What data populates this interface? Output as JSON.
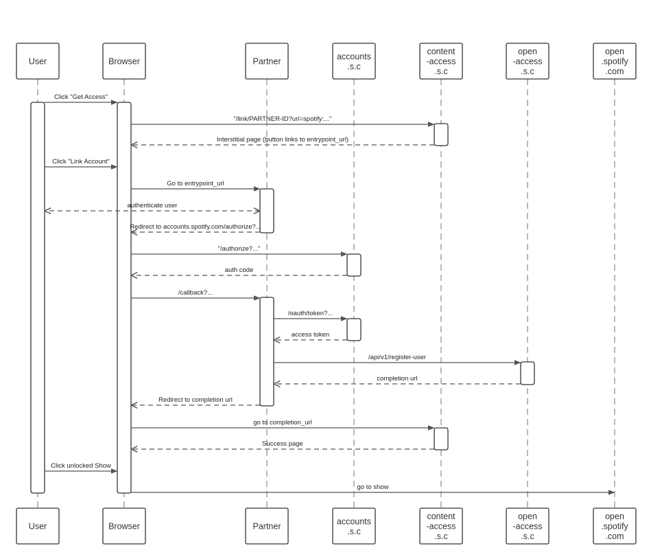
{
  "participants": [
    {
      "id": "user",
      "label": [
        "User"
      ]
    },
    {
      "id": "browser",
      "label": [
        "Browser"
      ]
    },
    {
      "id": "partner",
      "label": [
        "Partner"
      ]
    },
    {
      "id": "accounts",
      "label": [
        "accounts",
        ".s.c"
      ]
    },
    {
      "id": "content_access",
      "label": [
        "content",
        "-access",
        ".s.c"
      ]
    },
    {
      "id": "open_access",
      "label": [
        "open",
        "-access",
        ".s.c"
      ]
    },
    {
      "id": "open_spotify",
      "label": [
        "open",
        ".spotify",
        ".com"
      ]
    }
  ],
  "messages": [
    {
      "from": "user",
      "to": "browser",
      "label": "Click \"Get Access\"",
      "style": "solid"
    },
    {
      "from": "browser",
      "to": "content_access",
      "label": "\"/link/PARTNER-ID?uri=spotify:...\"",
      "style": "solid"
    },
    {
      "from": "content_access",
      "to": "browser",
      "label": "Interstitial page (button links to entrypoint_url)",
      "style": "dashed"
    },
    {
      "from": "user",
      "to": "browser",
      "label": "Click \"Link Account\"",
      "style": "solid"
    },
    {
      "from": "browser",
      "to": "partner",
      "label": "Go to entrypoint_url",
      "style": "solid"
    },
    {
      "from": "partner",
      "to": "user",
      "label": "authenticate user",
      "style": "dashed-both"
    },
    {
      "from": "partner",
      "to": "browser",
      "label": "Redirect to accounts.spotify.com/authorize?...",
      "style": "dashed"
    },
    {
      "from": "browser",
      "to": "accounts",
      "label": "\"/authorize?...\"",
      "style": "solid"
    },
    {
      "from": "accounts",
      "to": "browser",
      "label": "auth code",
      "style": "dashed"
    },
    {
      "from": "browser",
      "to": "partner",
      "label": "/callback?...",
      "style": "solid"
    },
    {
      "from": "partner",
      "to": "accounts",
      "label": "/oauth/token?...",
      "style": "solid"
    },
    {
      "from": "accounts",
      "to": "partner",
      "label": "access token",
      "style": "dashed"
    },
    {
      "from": "partner",
      "to": "open_access",
      "label": "/api/v1/register-user",
      "style": "solid"
    },
    {
      "from": "open_access",
      "to": "partner",
      "label": "completion url",
      "style": "dashed"
    },
    {
      "from": "partner",
      "to": "browser",
      "label": "Redirect to completion url",
      "style": "dashed"
    },
    {
      "from": "browser",
      "to": "content_access",
      "label": "go to completion_url",
      "style": "solid"
    },
    {
      "from": "content_access",
      "to": "browser",
      "label": "Success page",
      "style": "dashed"
    },
    {
      "from": "user",
      "to": "browser",
      "label": "Click unlocked Show",
      "style": "solid"
    },
    {
      "from": "browser",
      "to": "open_spotify",
      "label": "go to show",
      "style": "solid"
    }
  ]
}
